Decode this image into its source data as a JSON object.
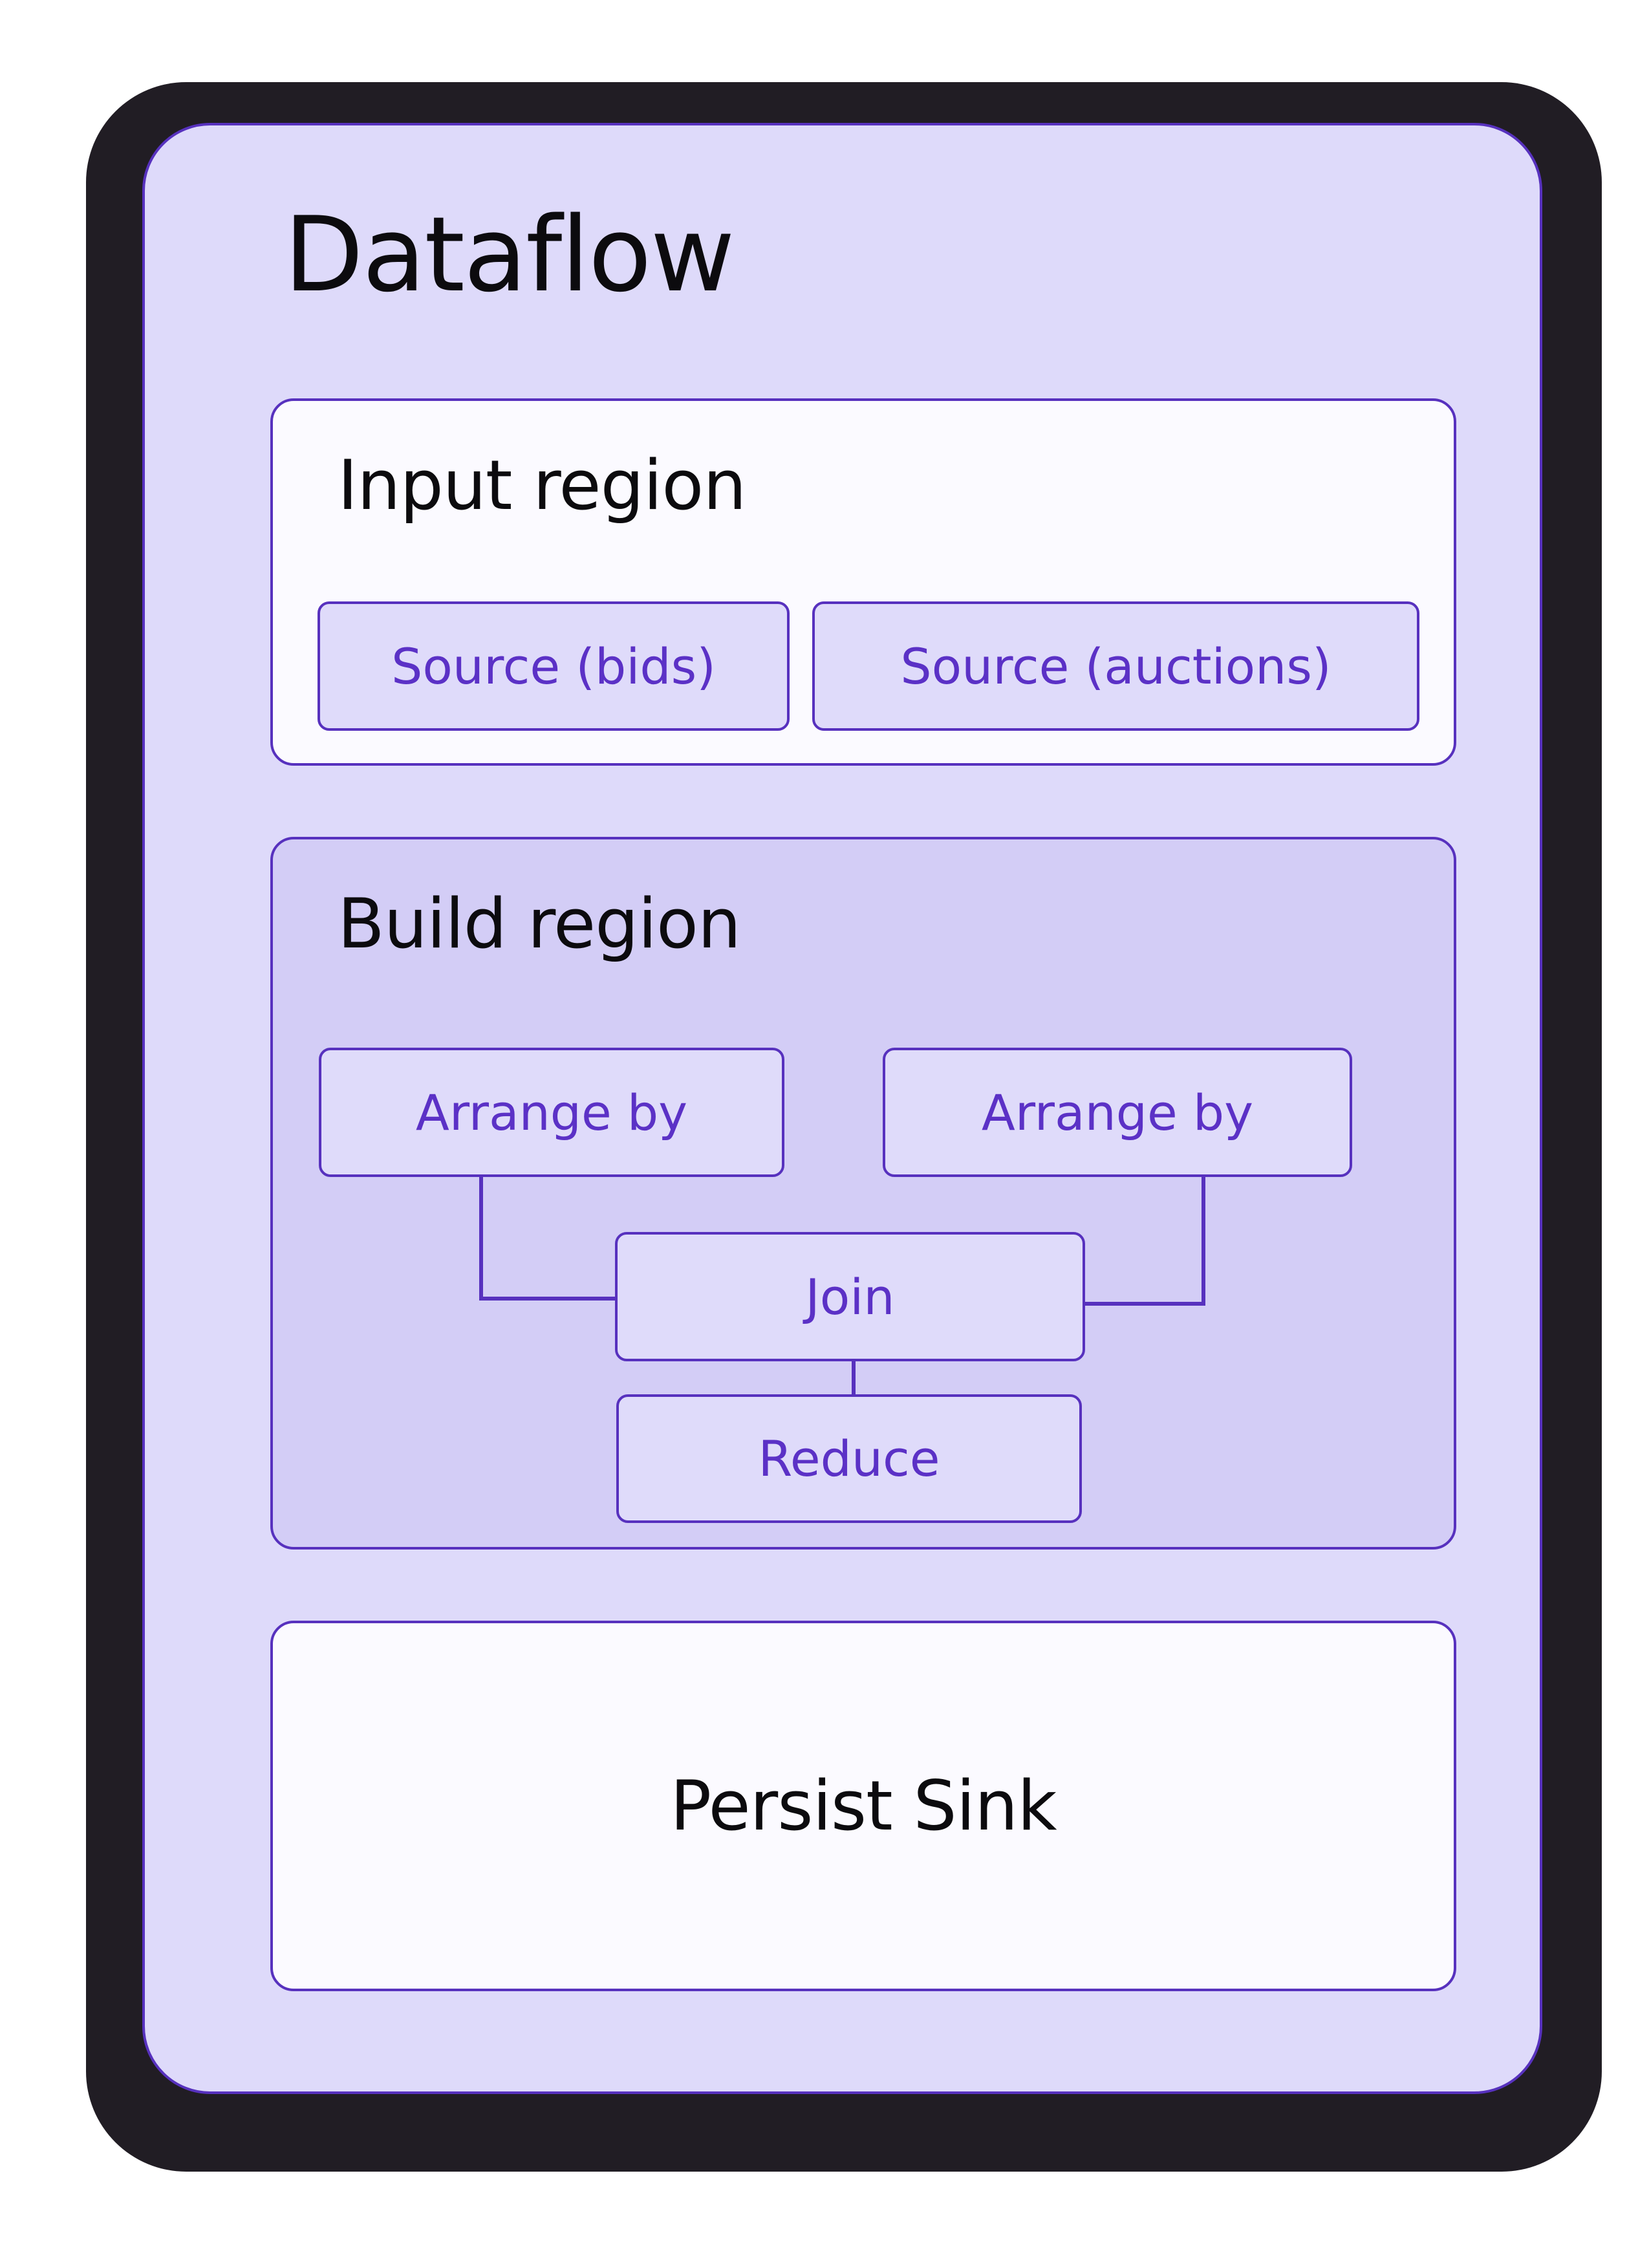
{
  "diagram": {
    "title": "Dataflow",
    "regions": {
      "input": {
        "label": "Input region",
        "nodes": {
          "source_bids": "Source (bids)",
          "source_auctions": "Source (auctions)"
        }
      },
      "build": {
        "label": "Build region",
        "nodes": {
          "arrange_left": "Arrange by",
          "arrange_right": "Arrange by",
          "join": "Join",
          "reduce": "Reduce"
        }
      },
      "sink": {
        "label": "Persist Sink"
      }
    },
    "colors": {
      "frame": "#211d24",
      "panel_fill": "#dedafa",
      "build_fill": "#d3cdf6",
      "white_region_fill": "#fbfaff",
      "node_fill": "#dfdbfa",
      "border_accent": "#5731be",
      "node_text": "#5b31c6",
      "heading_text": "#0c0b0e"
    }
  }
}
